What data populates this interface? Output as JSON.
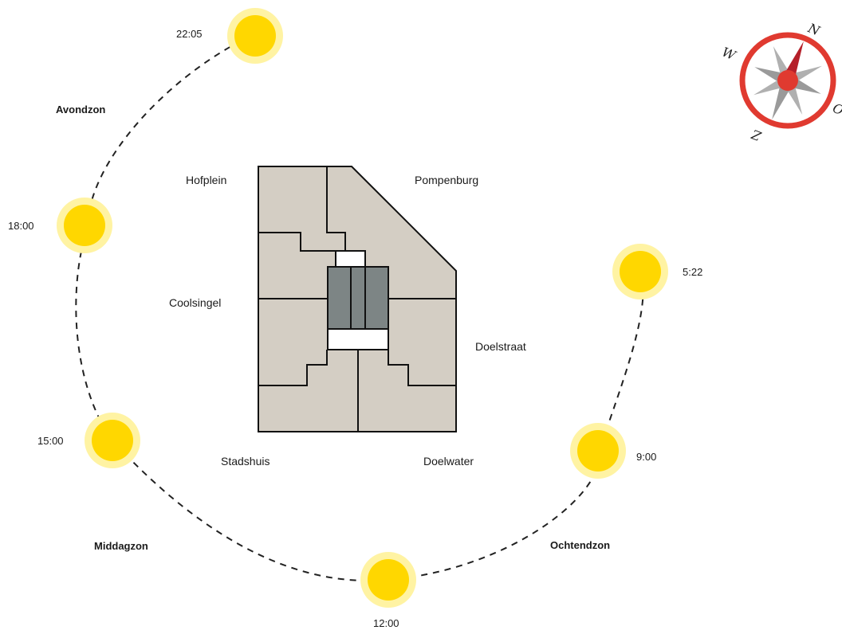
{
  "streets": {
    "hofplein": "Hofplein",
    "pompenburg": "Pompenburg",
    "coolsingel": "Coolsingel",
    "doelstraat": "Doelstraat",
    "stadshuis": "Stadshuis",
    "doelwater": "Doelwater"
  },
  "sun_periods": {
    "evening": "Avondzon",
    "afternoon": "Middagzon",
    "morning": "Ochtendzon"
  },
  "sun_times": {
    "t2205": "22:05",
    "t1800": "18:00",
    "t1500": "15:00",
    "t1200": "12:00",
    "t0900": "9:00",
    "t0522": "5:22"
  },
  "compass": {
    "north": "N",
    "west": "W",
    "east": "O",
    "south": "Z"
  },
  "colors": {
    "sun_core": "#FFD700",
    "sun_halo": "#FFF3A3",
    "building_fill": "#D4CEC4",
    "core_fill": "#7D8585",
    "compass_ring": "#E03A30",
    "compass_needle_north": "#B5202A",
    "compass_needle_grey": "#9A9A9A"
  }
}
